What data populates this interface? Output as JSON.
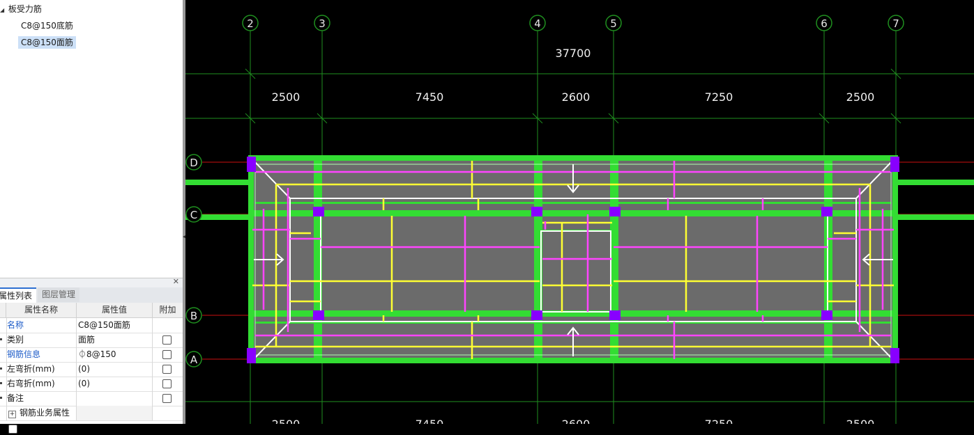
{
  "tree": {
    "root": "板受力筋",
    "items": [
      {
        "label": "C8@150底筋",
        "selected": false
      },
      {
        "label": "C8@150面筋",
        "selected": true
      }
    ]
  },
  "panel": {
    "tabs": [
      {
        "label": "属性列表",
        "active": true
      },
      {
        "label": "图层管理",
        "active": false
      }
    ],
    "headers": {
      "name": "属性名称",
      "value": "属性值",
      "extra": "附加"
    },
    "rows": [
      {
        "name": "名称",
        "value": "C8@150面筋",
        "highlight": true,
        "checkbox": false
      },
      {
        "name": "类别",
        "value": "面筋",
        "highlight": false,
        "checkbox": true
      },
      {
        "name": "钢筋信息",
        "value": "⏀8@150",
        "highlight": true,
        "checkbox": true
      },
      {
        "name": "左弯折(mm)",
        "value": "(0)",
        "highlight": false,
        "checkbox": true
      },
      {
        "name": "右弯折(mm)",
        "value": "(0)",
        "highlight": false,
        "checkbox": true
      },
      {
        "name": "备注",
        "value": "",
        "highlight": false,
        "checkbox": true
      },
      {
        "name": "钢筋业务属性",
        "value": "",
        "highlight": false,
        "checkbox": false,
        "expandable": true
      }
    ]
  },
  "drawing": {
    "axes_vertical": [
      "2",
      "3",
      "4",
      "5",
      "6",
      "7"
    ],
    "axes_horizontal": [
      "D",
      "C",
      "B",
      "A"
    ],
    "total_dimension": "37700",
    "segment_dimensions": [
      "2500",
      "7450",
      "2600",
      "7250",
      "2500"
    ],
    "colors": {
      "background": "#000000",
      "beam": "#33dd33",
      "slab": "#6b6b6b",
      "top_rebar": "#ffff33",
      "bottom_rebar": "#ff44ff",
      "column": "#8800ff",
      "axis_line": "#1f8f1f",
      "axis_line_horizontal": "#cc1111",
      "support_line": "#ffffff"
    }
  }
}
